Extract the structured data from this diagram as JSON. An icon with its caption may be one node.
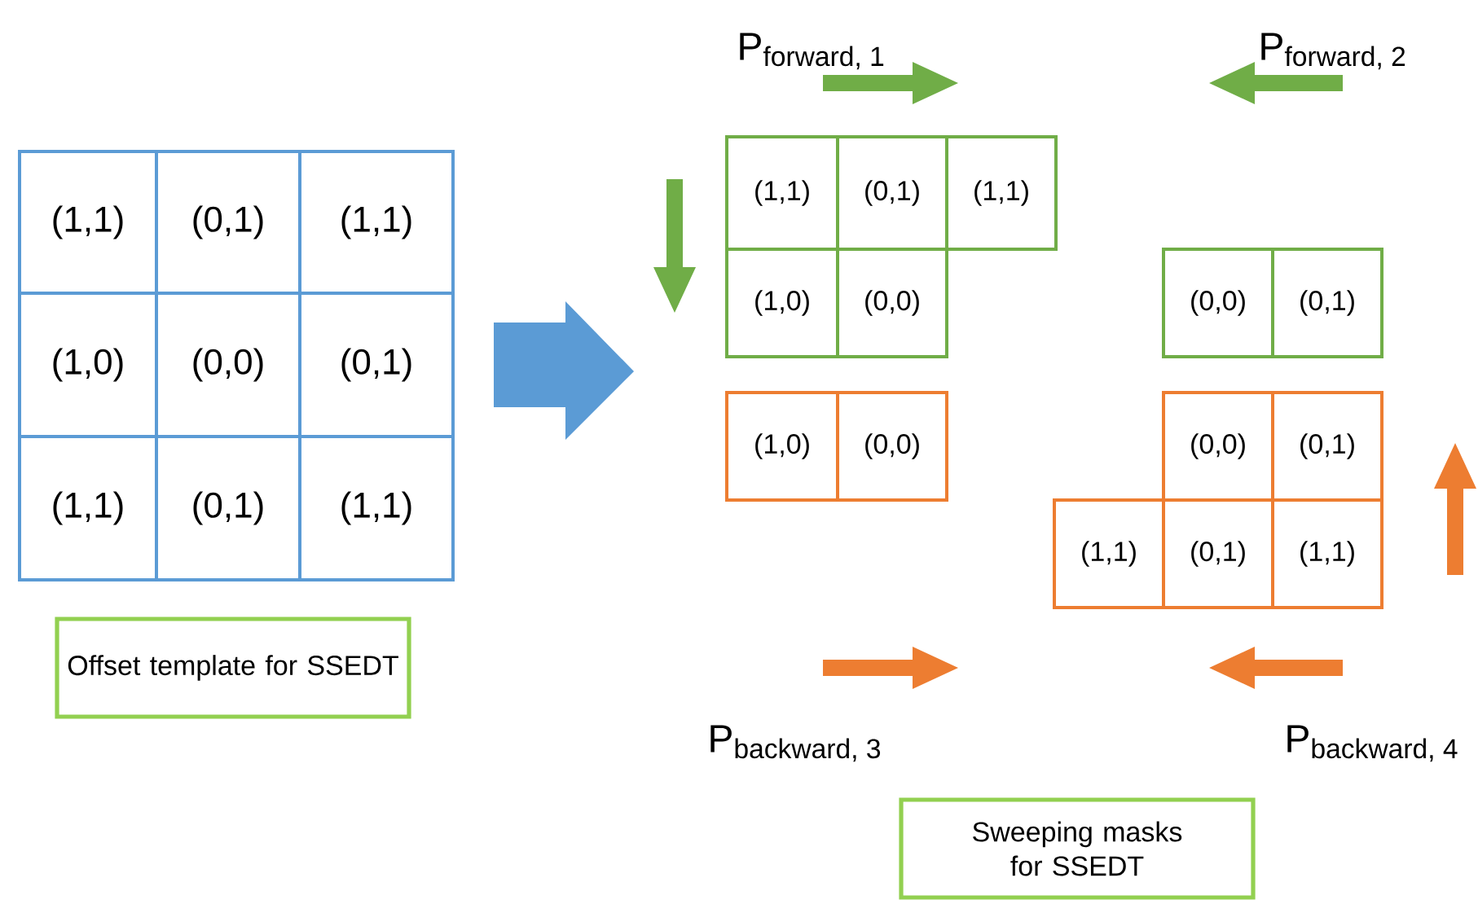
{
  "diagram": {
    "nodes": [
      {
        "text": [
          "(1,1)"
        ]
      },
      {
        "text": [
          "(0,1)"
        ]
      },
      {
        "text": [
          "(1,1)"
        ]
      },
      {
        "text": [
          "(1,0)"
        ]
      },
      {
        "text": [
          "(0,0)"
        ]
      },
      {
        "text": [
          "(0,1)"
        ]
      },
      {
        "text": [
          "(1,1)"
        ]
      },
      {
        "text": [
          "(0,1)"
        ]
      },
      {
        "text": [
          "(1,1)"
        ]
      },
      {
        "text": [
          "Offset template for SSEDT"
        ]
      },
      {
        "text": [
          "(1,1)"
        ]
      },
      {
        "text": [
          "(0,1)"
        ]
      },
      {
        "text": [
          "(1,1)"
        ]
      },
      {
        "text": [
          "(1,0)"
        ]
      },
      {
        "text": [
          "(0,0)"
        ]
      },
      {
        "text": [
          "(0,0)"
        ]
      },
      {
        "text": [
          "(0,1)"
        ]
      },
      {
        "text": [
          "(1,0)"
        ]
      },
      {
        "text": [
          "(0,0)"
        ]
      },
      {
        "text": [
          "(0,0)"
        ]
      },
      {
        "text": [
          "(0,1)"
        ]
      },
      {
        "text": [
          "(1,1)"
        ]
      },
      {
        "text": [
          "(0,1)"
        ]
      },
      {
        "text": [
          "(1,1)"
        ]
      },
      {
        "text": [
          "Sweeping masks for SSEDT"
        ]
      }
    ],
    "labels": [
      "\\text{P}_{\\text{forward, 1}}",
      "\\text{P}_{\\text{forward, 2}}",
      "\\text{P}_{\\text{backward, 3}}",
      "\\text{P}_{\\text{backward, 4}}"
    ]
  }
}
